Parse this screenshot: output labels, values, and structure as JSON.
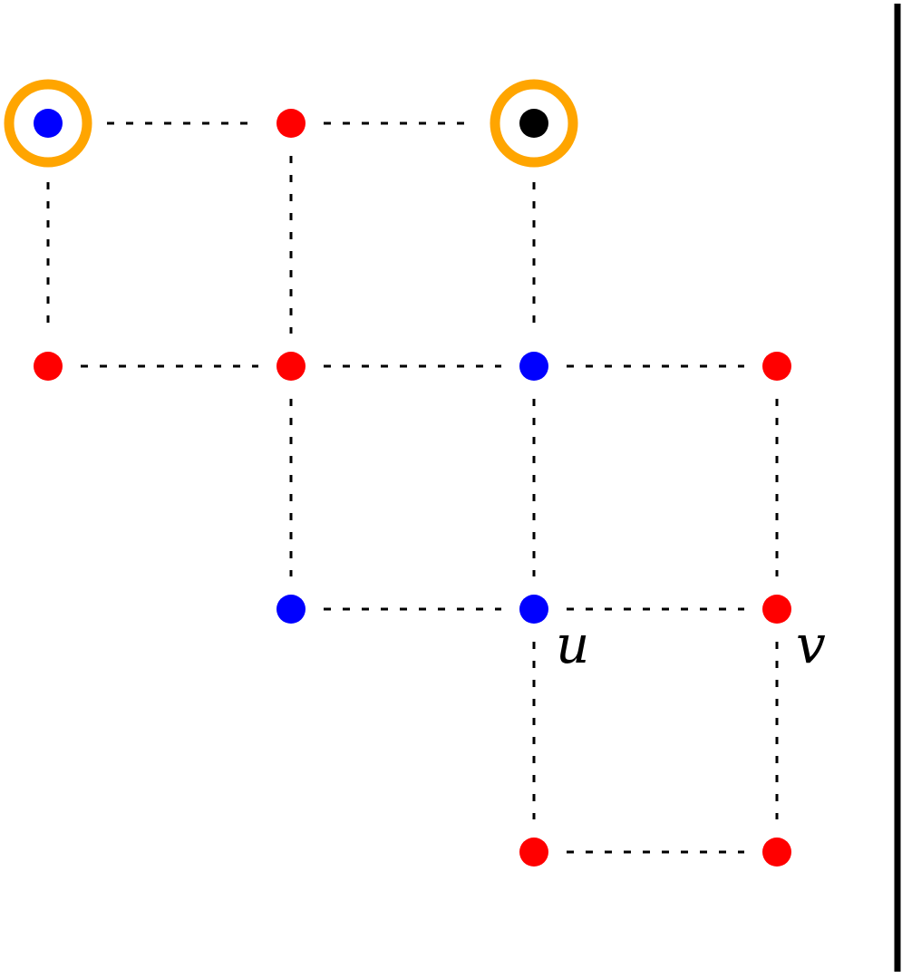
{
  "colors": {
    "red": "#ff0000",
    "blue": "#0000ff",
    "black": "#000000",
    "highlight_ring": "#ffa500",
    "edge": "#000000",
    "divider": "#000000"
  },
  "grid": {
    "nodes": [
      {
        "id": "n-0-0",
        "col": 0,
        "row": 0,
        "color": "blue",
        "highlighted": true
      },
      {
        "id": "n-1-0",
        "col": 1,
        "row": 0,
        "color": "red",
        "highlighted": false
      },
      {
        "id": "n-2-0",
        "col": 2,
        "row": 0,
        "color": "black",
        "highlighted": true
      },
      {
        "id": "n-0-1",
        "col": 0,
        "row": 1,
        "color": "red",
        "highlighted": false
      },
      {
        "id": "n-1-1",
        "col": 1,
        "row": 1,
        "color": "red",
        "highlighted": false
      },
      {
        "id": "n-2-1",
        "col": 2,
        "row": 1,
        "color": "blue",
        "highlighted": false
      },
      {
        "id": "n-3-1",
        "col": 3,
        "row": 1,
        "color": "red",
        "highlighted": false
      },
      {
        "id": "n-1-2",
        "col": 1,
        "row": 2,
        "color": "blue",
        "highlighted": false
      },
      {
        "id": "n-2-2",
        "col": 2,
        "row": 2,
        "color": "blue",
        "highlighted": false,
        "label": "u"
      },
      {
        "id": "n-3-2",
        "col": 3,
        "row": 2,
        "color": "red",
        "highlighted": false,
        "label": "v"
      },
      {
        "id": "n-2-3",
        "col": 2,
        "row": 3,
        "color": "red",
        "highlighted": false
      },
      {
        "id": "n-3-3",
        "col": 3,
        "row": 3,
        "color": "red",
        "highlighted": false
      }
    ],
    "edges": [
      [
        "n-0-0",
        "n-1-0"
      ],
      [
        "n-1-0",
        "n-2-0"
      ],
      [
        "n-0-0",
        "n-0-1"
      ],
      [
        "n-1-0",
        "n-1-1"
      ],
      [
        "n-2-0",
        "n-2-1"
      ],
      [
        "n-0-1",
        "n-1-1"
      ],
      [
        "n-1-1",
        "n-2-1"
      ],
      [
        "n-2-1",
        "n-3-1"
      ],
      [
        "n-1-1",
        "n-1-2"
      ],
      [
        "n-2-1",
        "n-2-2"
      ],
      [
        "n-3-1",
        "n-3-2"
      ],
      [
        "n-1-2",
        "n-2-2"
      ],
      [
        "n-2-2",
        "n-3-2"
      ],
      [
        "n-2-2",
        "n-2-3"
      ],
      [
        "n-3-2",
        "n-3-3"
      ],
      [
        "n-2-3",
        "n-3-3"
      ]
    ]
  },
  "labels": {
    "u": "u",
    "v": "v"
  }
}
